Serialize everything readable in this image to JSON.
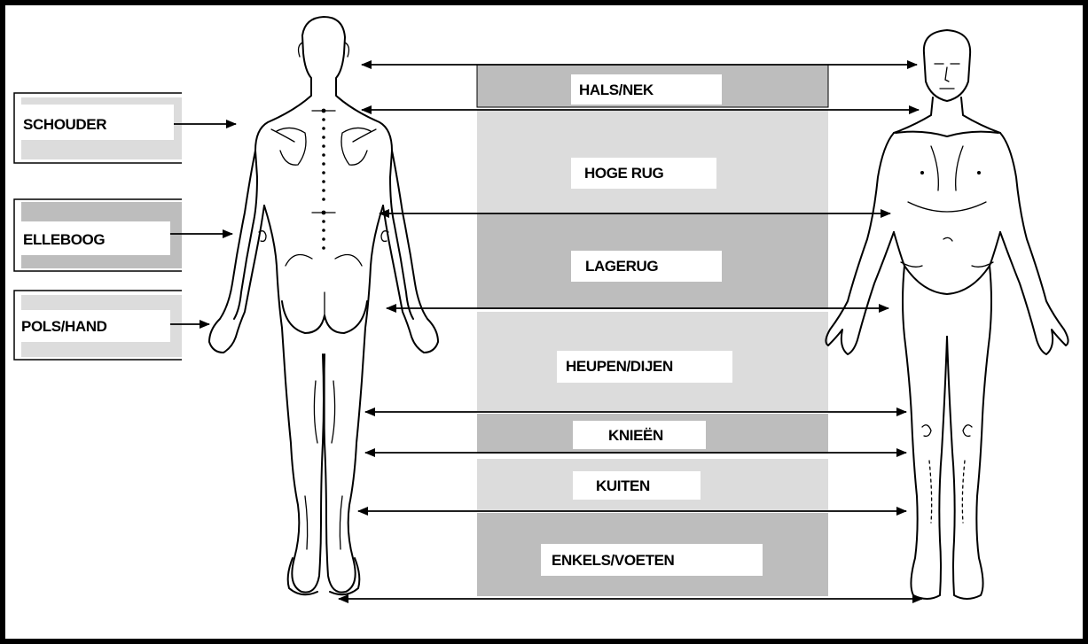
{
  "side_labels": {
    "shoulder": "SCHOUDER",
    "elbow": "ELLEBOOG",
    "wrist_hand": "POLS/HAND"
  },
  "zones": [
    {
      "label": "HALS/NEK",
      "shade": "dark"
    },
    {
      "label": "HOGE RUG",
      "shade": "light"
    },
    {
      "label": "LAGERUG",
      "shade": "dark"
    },
    {
      "label": "HEUPEN/DIJEN",
      "shade": "light"
    },
    {
      "label": "KNIEËN",
      "shade": "dark"
    },
    {
      "label": "KUITEN",
      "shade": "light"
    },
    {
      "label": "ENKELS/VOETEN",
      "shade": "dark"
    }
  ],
  "colors": {
    "dark_band": "#bdbdbd",
    "light_band": "#dcdcdc",
    "label_box": "#ffffff",
    "stroke": "#000000"
  }
}
